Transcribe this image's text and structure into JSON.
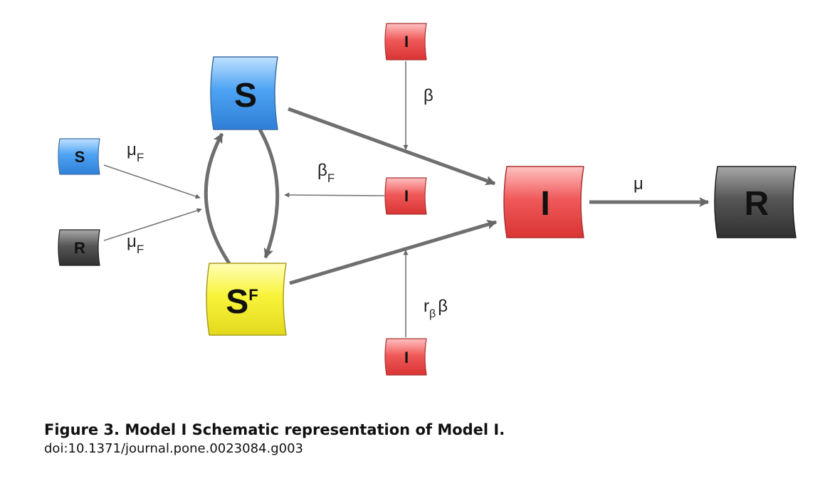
{
  "diagram": {
    "nodes": {
      "S_main": {
        "label": "S"
      },
      "SF_main": {
        "label": "S",
        "superscript": "F"
      },
      "I_main": {
        "label": "I"
      },
      "R_main": {
        "label": "R"
      },
      "S_small": {
        "label": "S"
      },
      "R_small": {
        "label": "R"
      },
      "I_top": {
        "label": "I"
      },
      "I_mid": {
        "label": "I"
      },
      "I_bottom": {
        "label": "I"
      }
    },
    "edge_labels": {
      "beta": "β",
      "beta_F": {
        "base": "β",
        "sub": "F"
      },
      "r_beta_beta": {
        "base": "r",
        "sub": "β",
        "tail": "β"
      },
      "mu": "μ",
      "mu_F_from_S": {
        "base": "μ",
        "sub": "F"
      },
      "mu_F_from_R": {
        "base": "μ",
        "sub": "F"
      }
    },
    "colors": {
      "susceptible": "#4a9ef0",
      "fearful": "#f6f22c",
      "infected": "#ef4f4f",
      "recovered": "#4a4a4a",
      "arrow": "#707070"
    }
  },
  "caption": {
    "title": "Figure 3. Model I Schematic representation of Model I.",
    "doi": "doi:10.1371/journal.pone.0023084.g003"
  }
}
